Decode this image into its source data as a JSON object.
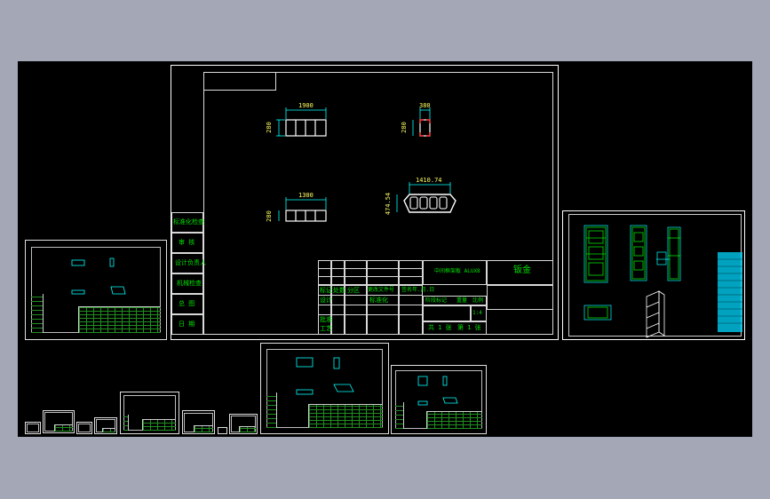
{
  "colors": {
    "page_bg": "#a4a7b6",
    "canvas_bg": "#000000",
    "frame": "#ffffff",
    "text": "#00e000",
    "dimension": "#ffff60",
    "drawing": "#00ffff",
    "highlight": "#ff3030"
  },
  "main_sheet": {
    "side_labels": [
      "标准化检查",
      "审 核",
      "设计负责人",
      "机械检查",
      "总 图",
      "日 期"
    ],
    "dimensions": {
      "top_left": "1900",
      "top_left_side": "280",
      "top_right": "380",
      "top_right_side": "280",
      "bottom_left": "1300",
      "bottom_left_side": "280",
      "bottom_right": "1410.74",
      "bottom_right_side": "474.54"
    },
    "title_block": {
      "drawing_name": "中间框架板 ALUX8",
      "material": "钣金",
      "row_labels": [
        "标记",
        "处数",
        "分区",
        "更改文件号",
        "签名",
        "年.月.日"
      ],
      "design": "设计",
      "process": "工艺",
      "standard": "标准化",
      "approve": "批准",
      "stage_labels": [
        "阶段标记",
        "重量",
        "比例"
      ],
      "scale": "1:4",
      "sheet_count": "共 1 张",
      "sheet_no": "第 1 张"
    }
  }
}
